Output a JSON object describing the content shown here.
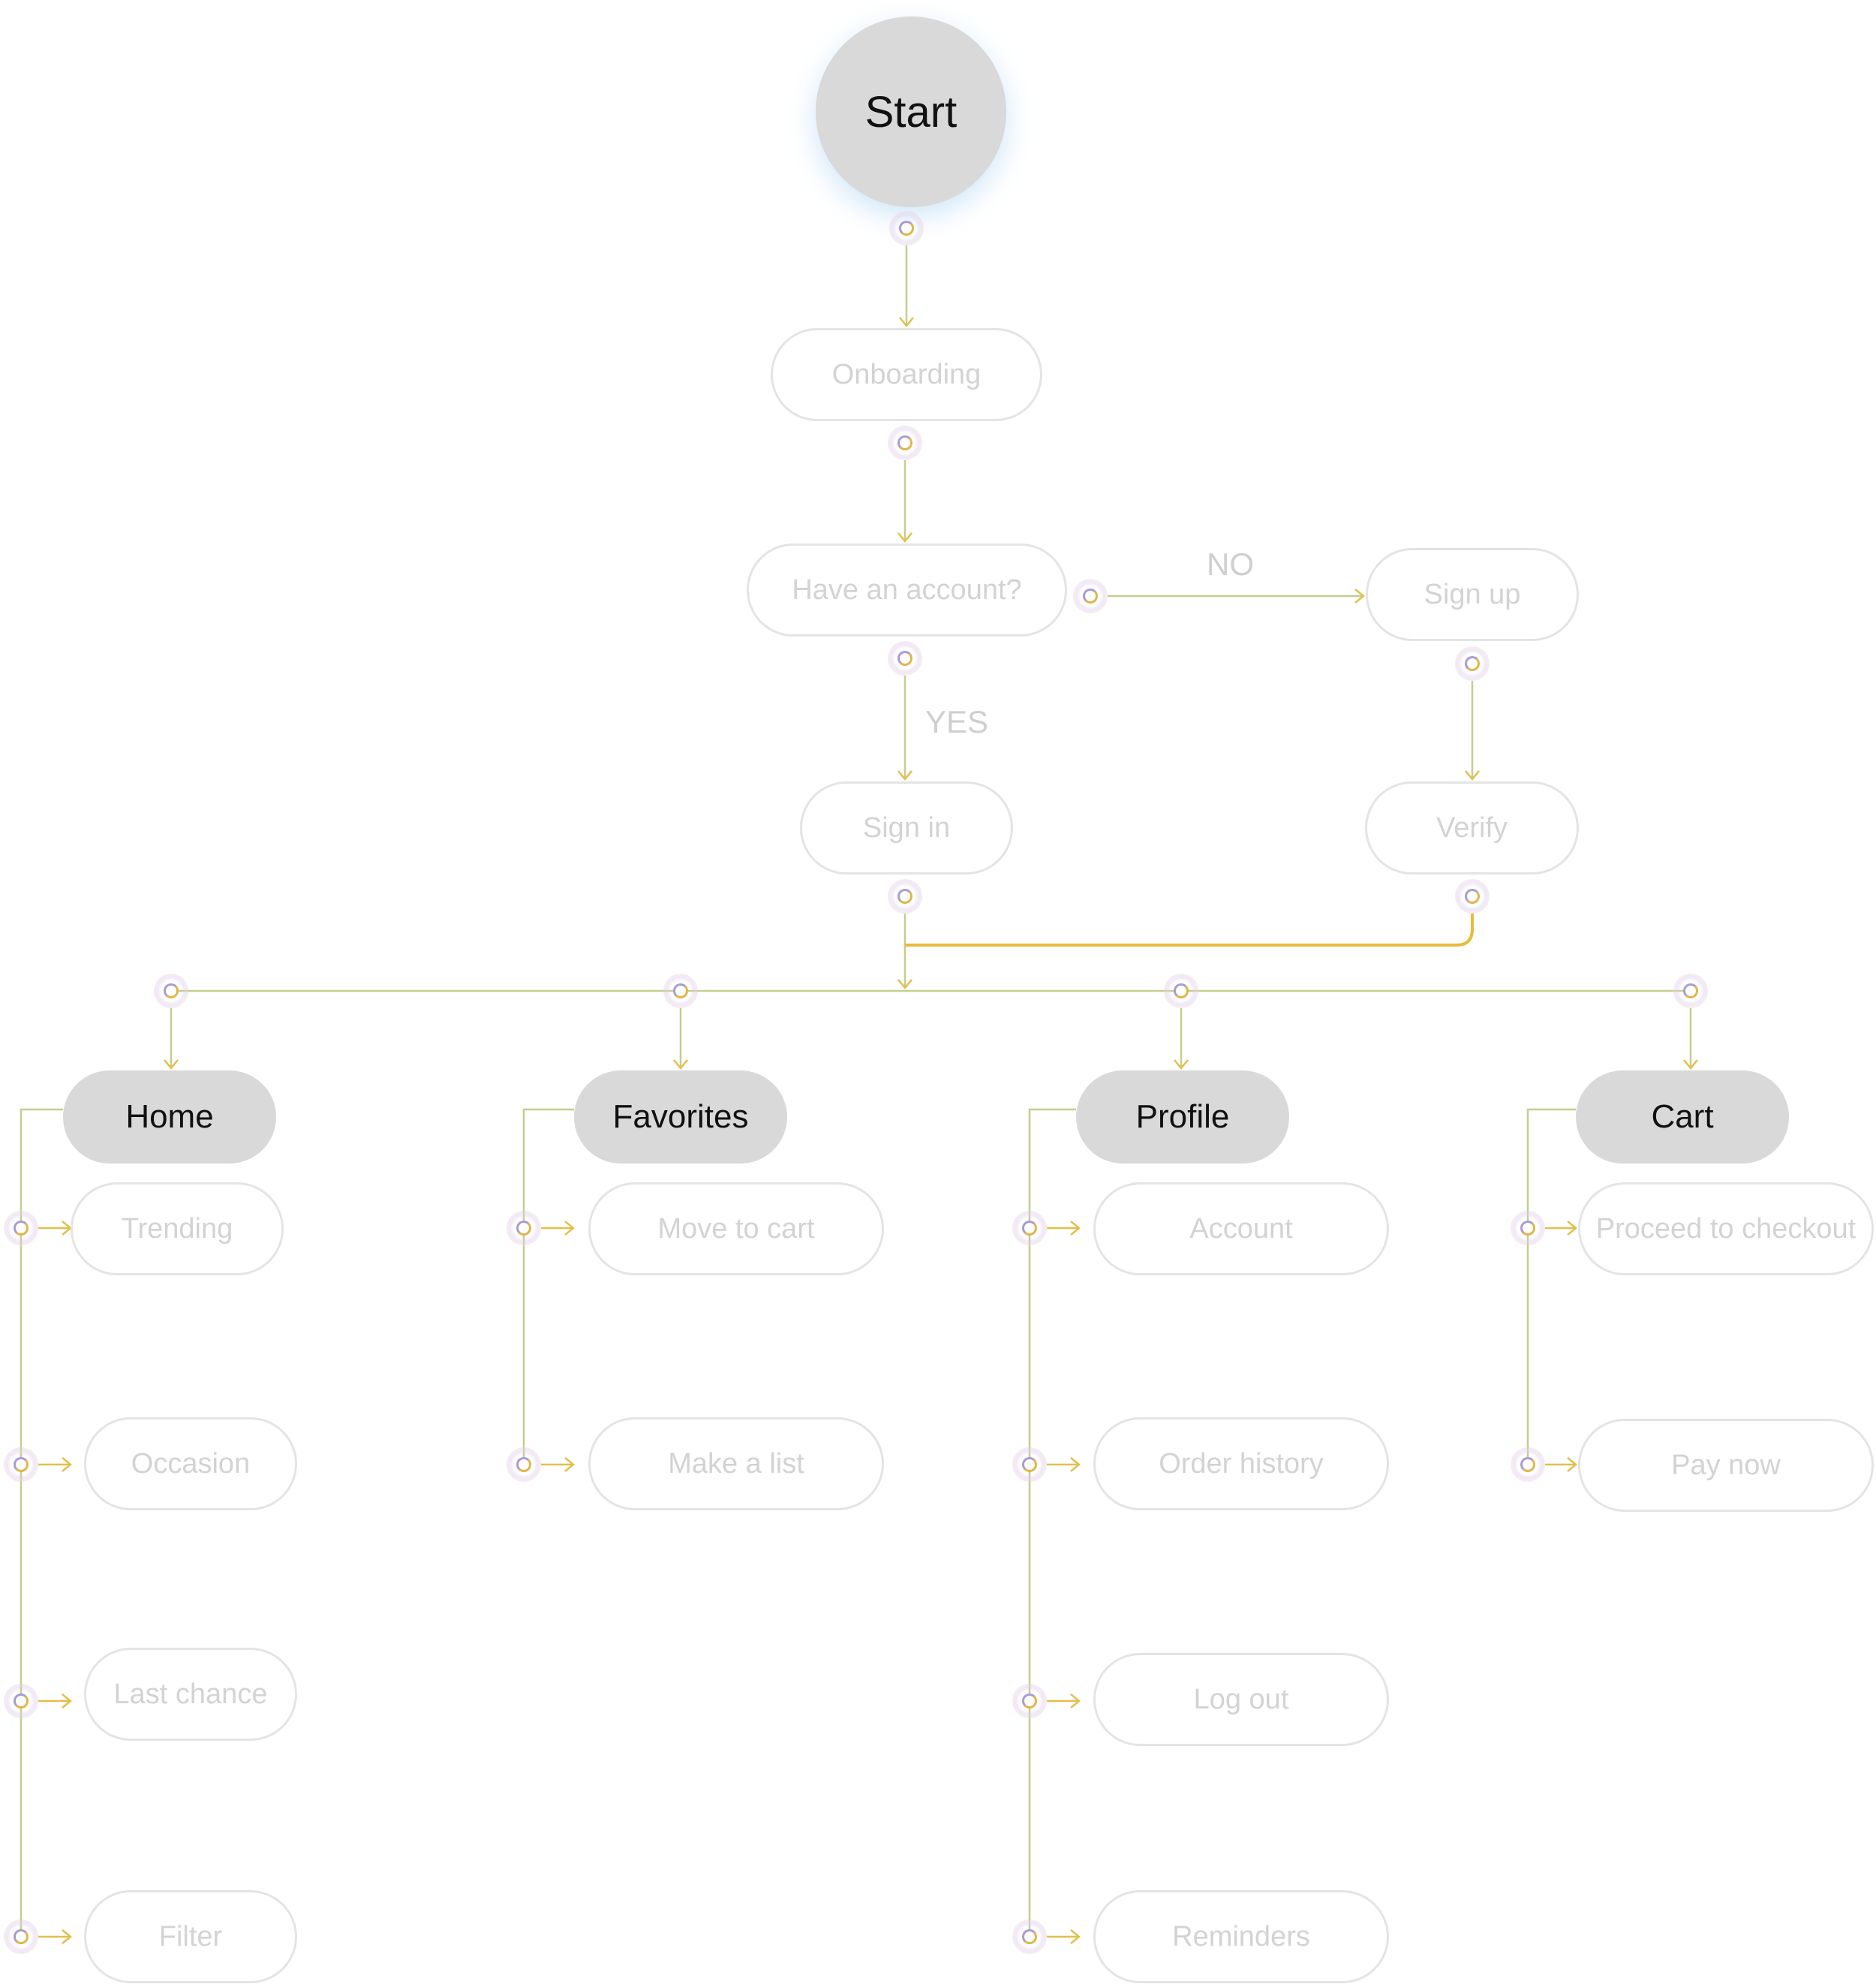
{
  "colors": {
    "line": "#c5cd8f",
    "merge_line": "#e7bb3c",
    "arrow": "#e2c04a",
    "outline_border": "#e4e4e4",
    "solid_fill": "#d9d9d9",
    "faded_text": "#d3d3d3"
  },
  "nodes": {
    "start": "Start",
    "onboarding": "Onboarding",
    "have_account": "Have an account?",
    "sign_up": "Sign up",
    "sign_in": "Sign in",
    "verify": "Verify"
  },
  "edge_labels": {
    "no": "NO",
    "yes": "YES"
  },
  "sections": [
    {
      "title": "Home",
      "items": [
        "Trending",
        "Occasion",
        "Last chance",
        "Filter"
      ]
    },
    {
      "title": "Favorites",
      "items": [
        "Move to cart",
        "Make a list"
      ]
    },
    {
      "title": "Profile",
      "items": [
        "Account",
        "Order history",
        "Log out",
        "Reminders"
      ]
    },
    {
      "title": "Cart",
      "items": [
        "Proceed to checkout",
        "Pay now"
      ]
    }
  ]
}
